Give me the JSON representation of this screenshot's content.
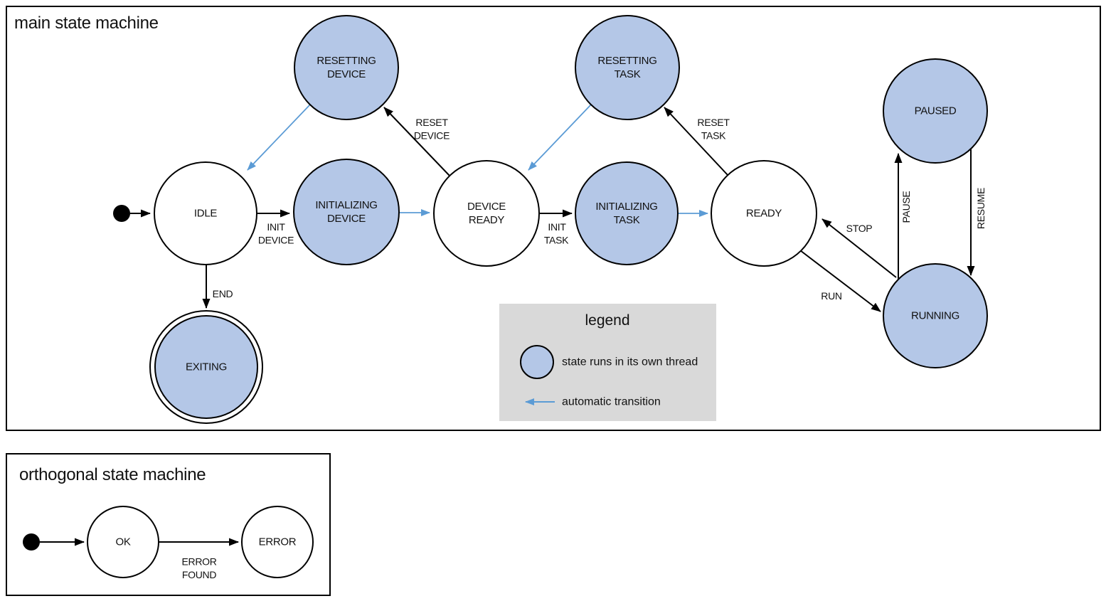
{
  "main": {
    "title": "main state machine",
    "states": [
      {
        "id": "idle",
        "lines": [
          "IDLE"
        ],
        "threaded": false,
        "final": false
      },
      {
        "id": "resetting-device",
        "lines": [
          "RESETTING",
          "DEVICE"
        ],
        "threaded": true,
        "final": false
      },
      {
        "id": "initializing-device",
        "lines": [
          "INITIALIZING",
          "DEVICE"
        ],
        "threaded": true,
        "final": false
      },
      {
        "id": "device-ready",
        "lines": [
          "DEVICE",
          "READY"
        ],
        "threaded": false,
        "final": false
      },
      {
        "id": "resetting-task",
        "lines": [
          "RESETTING",
          "TASK"
        ],
        "threaded": true,
        "final": false
      },
      {
        "id": "initializing-task",
        "lines": [
          "INITIALIZING",
          "TASK"
        ],
        "threaded": true,
        "final": false
      },
      {
        "id": "ready",
        "lines": [
          "READY"
        ],
        "threaded": false,
        "final": false
      },
      {
        "id": "paused",
        "lines": [
          "PAUSED"
        ],
        "threaded": true,
        "final": false
      },
      {
        "id": "running",
        "lines": [
          "RUNNING"
        ],
        "threaded": true,
        "final": false
      },
      {
        "id": "exiting",
        "lines": [
          "EXITING"
        ],
        "threaded": true,
        "final": true
      }
    ],
    "transitions": [
      {
        "from": "initial",
        "to": "idle",
        "lines": [],
        "automatic": false
      },
      {
        "from": "idle",
        "to": "initializing-device",
        "lines": [
          "INIT",
          "DEVICE"
        ],
        "automatic": false
      },
      {
        "from": "initializing-device",
        "to": "device-ready",
        "lines": [],
        "automatic": true
      },
      {
        "from": "device-ready",
        "to": "resetting-device",
        "lines": [
          "RESET",
          "DEVICE"
        ],
        "automatic": false
      },
      {
        "from": "resetting-device",
        "to": "idle",
        "lines": [],
        "automatic": true
      },
      {
        "from": "device-ready",
        "to": "initializing-task",
        "lines": [
          "INIT",
          "TASK"
        ],
        "automatic": false
      },
      {
        "from": "initializing-task",
        "to": "ready",
        "lines": [],
        "automatic": true
      },
      {
        "from": "ready",
        "to": "resetting-task",
        "lines": [
          "RESET",
          "TASK"
        ],
        "automatic": false
      },
      {
        "from": "resetting-task",
        "to": "device-ready",
        "lines": [],
        "automatic": true
      },
      {
        "from": "ready",
        "to": "running",
        "lines": [
          "RUN"
        ],
        "automatic": false
      },
      {
        "from": "running",
        "to": "ready",
        "lines": [
          "STOP"
        ],
        "automatic": false
      },
      {
        "from": "running",
        "to": "paused",
        "lines": [
          "PAUSE"
        ],
        "automatic": false
      },
      {
        "from": "paused",
        "to": "running",
        "lines": [
          "RESUME"
        ],
        "automatic": false
      },
      {
        "from": "idle",
        "to": "exiting",
        "lines": [
          "END"
        ],
        "automatic": false
      }
    ],
    "legend": {
      "title": "legend",
      "thread_label": "state runs in its own thread",
      "auto_label": "automatic transition"
    }
  },
  "orthogonal": {
    "title": "orthogonal state machine",
    "states": [
      {
        "id": "ok",
        "lines": [
          "OK"
        ]
      },
      {
        "id": "error",
        "lines": [
          "ERROR"
        ]
      }
    ],
    "transitions": [
      {
        "from": "initial",
        "to": "ok",
        "lines": []
      },
      {
        "from": "ok",
        "to": "error",
        "lines": [
          "ERROR",
          "FOUND"
        ]
      }
    ]
  },
  "colors": {
    "threaded_state_fill": "#b4c7e7",
    "plain_state_fill": "#ffffff",
    "state_stroke": "#000000",
    "automatic_transition": "#5b9bd5",
    "legend_background": "#d9d9d9",
    "text": "#111111"
  }
}
